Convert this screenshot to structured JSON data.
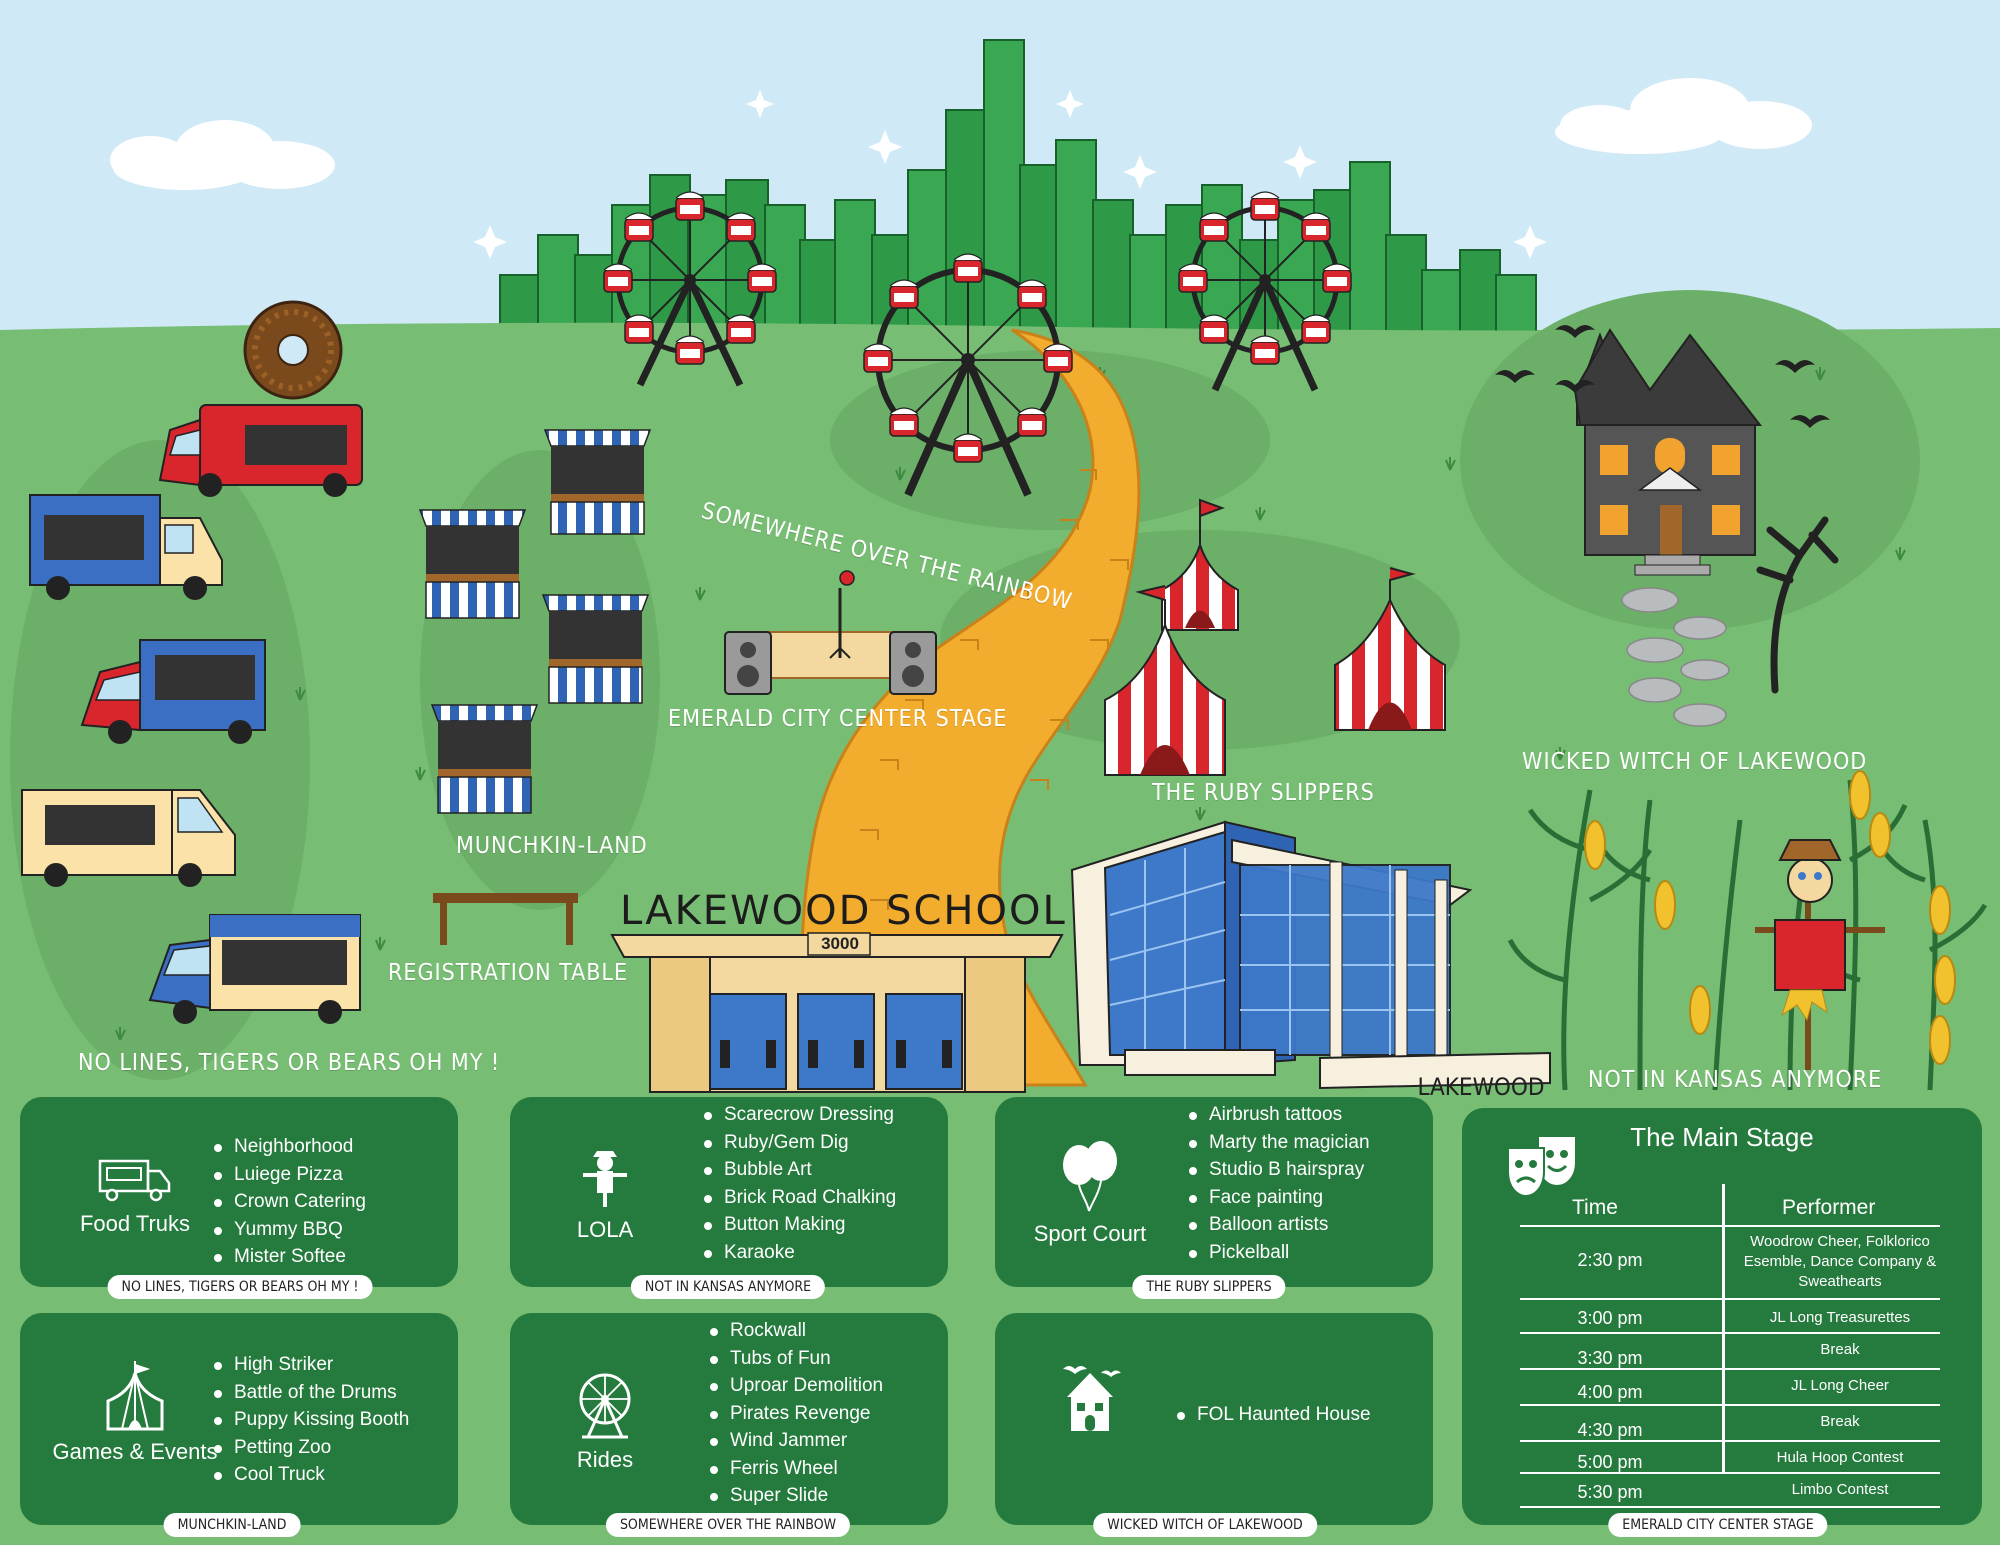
{
  "map": {
    "school_name": "LAKEWOOD  SCHOOL",
    "school_number": "3000",
    "building_sign": "LAKEWOOD",
    "labels": {
      "food": "NO LINES, TIGERS OR BEARS OH MY !",
      "munchkin": "MUNCHKIN-LAND",
      "registration": "REGISTRATION TABLE",
      "rainbow": "SOMEWHERE OVER THE RAINBOW",
      "stage": "EMERALD CITY CENTER STAGE",
      "ruby": "THE RUBY SLIPPERS",
      "witch": "WICKED WITCH OF LAKEWOOD",
      "kansas": "NOT IN KANSAS ANYMORE"
    }
  },
  "panels": {
    "food": {
      "category": "Food Truks",
      "icon": "food-truck-icon",
      "items": [
        "Neighborhood",
        "Luiege Pizza",
        "Crown Catering",
        "Yummy BBQ",
        "Mister Softee"
      ],
      "tag": "NO LINES, TIGERS OR BEARS OH MY !"
    },
    "lola": {
      "category": "LOLA",
      "icon": "scarecrow-icon",
      "items": [
        "Scarecrow Dressing",
        "Ruby/Gem Dig",
        "Bubble Art",
        "Brick Road Chalking",
        "Button Making",
        "Karaoke"
      ],
      "tag": "NOT IN KANSAS ANYMORE"
    },
    "sport": {
      "category": "Sport Court",
      "icon": "balloons-icon",
      "items": [
        "Airbrush tattoos",
        "Marty the magician",
        "Studio B hairspray",
        "Face painting",
        "Balloon artists",
        "Pickelball"
      ],
      "tag": "THE RUBY SLIPPERS"
    },
    "games": {
      "category": "Games & Events",
      "icon": "circus-tent-icon",
      "items": [
        "High Striker",
        "Battle of the Drums",
        "Puppy Kissing Booth",
        "Petting Zoo",
        "Cool Truck"
      ],
      "tag": "MUNCHKIN-LAND"
    },
    "rides": {
      "category": "Rides",
      "icon": "ferris-wheel-icon",
      "items": [
        "Rockwall",
        "Tubs of Fun",
        "Uproar Demolition",
        "Pirates Revenge",
        "Wind Jammer",
        "Ferris Wheel",
        "Super Slide"
      ],
      "tag": "SOMEWHERE OVER THE RAINBOW"
    },
    "haunted": {
      "category": "",
      "icon": "haunted-house-icon",
      "items": [
        "FOL Haunted House"
      ],
      "tag": "WICKED WITCH OF LAKEWOOD"
    }
  },
  "main_stage": {
    "title": "The Main Stage",
    "icon": "theater-masks-icon",
    "col_time": "Time",
    "col_performer": "Performer",
    "rows": [
      {
        "time": "2:30 pm",
        "performer": "Woodrow Cheer, Folklorico Esemble, Dance Company & Sweathearts"
      },
      {
        "time": "3:00 pm",
        "performer": "JL Long Treasurettes"
      },
      {
        "time": "3:30 pm",
        "performer": "Break"
      },
      {
        "time": "4:00 pm",
        "performer": "JL Long Cheer"
      },
      {
        "time": "4:30 pm",
        "performer": "Break"
      },
      {
        "time": "5:00 pm",
        "performer": "Hula Hoop Contest"
      },
      {
        "time": "5:30 pm",
        "performer": "Limbo Contest"
      }
    ],
    "tag": "EMERALD CITY CENTER STAGE"
  },
  "colors": {
    "sky": "#cfe9f7",
    "grass": "#77bd73",
    "panel": "#257a3d",
    "emerald": "#2e9a47",
    "brick_road": "#f2ac2e",
    "tent_red": "#d9262c",
    "school_wall": "#f3d9a0",
    "glass_blue": "#3d78c9"
  }
}
